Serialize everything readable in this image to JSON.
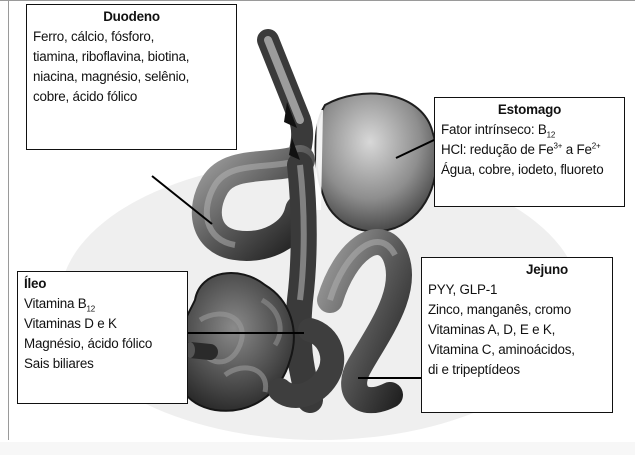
{
  "duodeno": {
    "title": "Duodeno",
    "lines": [
      "Ferro, cálcio, fósforo,",
      "tiamina, riboflavina, biotina,",
      "niacina, magnésio, selênio,",
      "cobre, ácido fólico"
    ]
  },
  "estomago": {
    "title": "Estomago",
    "fator_text": "Fator intrínseco: B",
    "fator_sub": "12",
    "hcl_text": "HCl: redução de Fe",
    "hcl_sup1": "3+",
    "hcl_mid": " a Fe",
    "hcl_sup2": "2+",
    "agua": "Água, cobre, iodeto, fluoreto"
  },
  "ileo": {
    "title": "Íleo",
    "vitb_text": "Vitamina B",
    "vitb_sub": "12",
    "lines": [
      "Vitaminas D e K",
      "Magnésio, ácido fólico",
      "Sais biliares"
    ]
  },
  "jejuno": {
    "title": "Jejuno",
    "lines": [
      "PYY, GLP-1",
      "Zinco, manganês, cromo",
      "Vitaminas A, D, E e K,",
      "Vitamina C, aminoácidos,",
      "di e tripeptídeos"
    ]
  },
  "colors": {
    "organ_dark": "#3a3a3a",
    "organ_mid": "#7a7a7a",
    "organ_light": "#c4c4c4",
    "box_border": "#111111"
  }
}
